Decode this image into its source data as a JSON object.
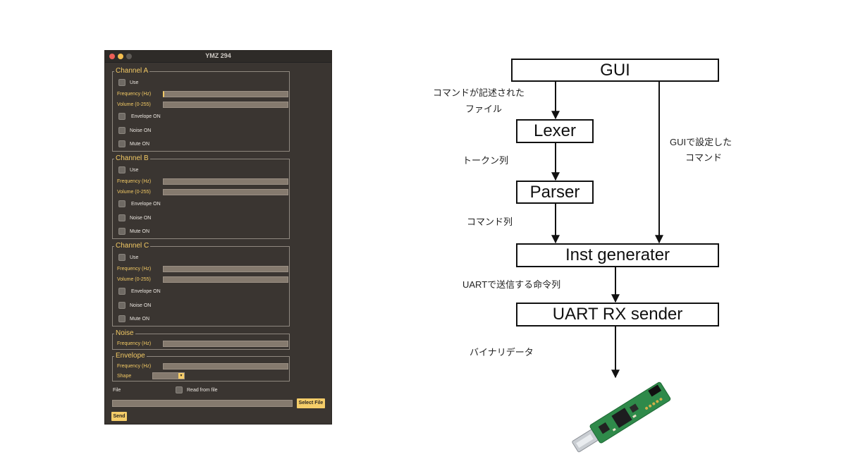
{
  "window": {
    "title": "YMZ 294",
    "channel_a": {
      "title": "Channel A",
      "use": "Use",
      "frequency": "Frequency (Hz)",
      "volume": "Volume (0-255)",
      "envelope": "Envelope ON",
      "noise": "Noise ON",
      "mute": "Mute ON"
    },
    "channel_b": {
      "title": "Channel B",
      "use": "Use",
      "frequency": "Frequency (Hz)",
      "volume": "Volume (0-255)",
      "envelope": "Envelope ON",
      "noise": "Noise ON",
      "mute": "Mute ON"
    },
    "channel_c": {
      "title": "Channel C",
      "use": "Use",
      "frequency": "Frequency (Hz)",
      "volume": "Volume (0-255)",
      "envelope": "Envelope ON",
      "noise": "Noise ON",
      "mute": "Mute ON"
    },
    "noise": {
      "title": "Noise",
      "frequency": "Frequency (Hz)"
    },
    "envelope": {
      "title": "Envelope",
      "frequency": "Frequency (Hz)",
      "shape": "Shape"
    },
    "file": {
      "label": "File",
      "read_from_file": "Read from file",
      "select_button": "Select File"
    },
    "send_button": "Send"
  },
  "diagram": {
    "boxes": {
      "gui": "GUI",
      "lexer": "Lexer",
      "parser": "Parser",
      "inst_generater": "Inst generater",
      "uart_sender": "UART RX sender"
    },
    "notes": {
      "command_file_1": "コマンドが記述された",
      "command_file_2": "ファイル",
      "gui_command_1": "GUIで設定した",
      "gui_command_2": "コマンド",
      "token_list": "トークン列",
      "command_list": "コマンド列",
      "uart_instructions": "UARTで送信する命令列",
      "binary_data": "バイナリデータ"
    }
  }
}
